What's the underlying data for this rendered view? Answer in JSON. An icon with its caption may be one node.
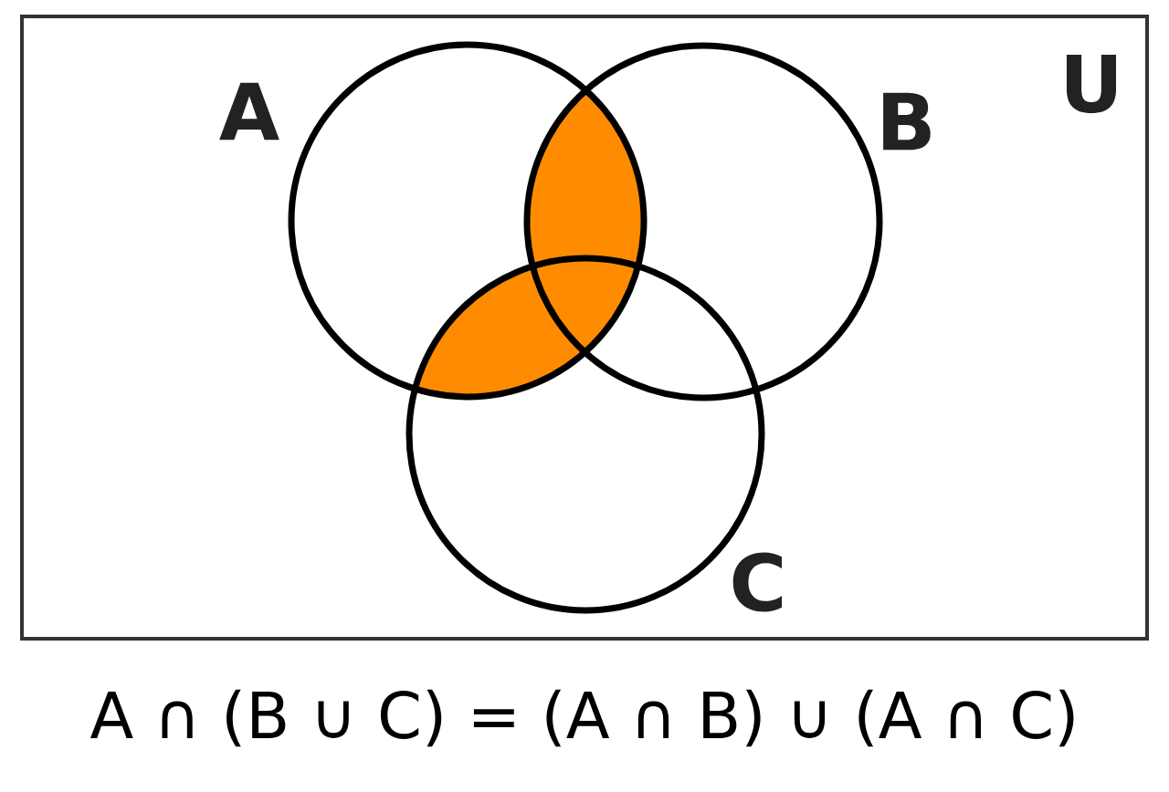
{
  "diagram": {
    "nodes": [
      {
        "text": [
          "U"
        ]
      },
      {
        "text": [
          "A"
        ],
        "in": 0
      },
      {
        "text": [
          "B"
        ],
        "in": 0
      },
      {
        "text": [
          "C"
        ],
        "in": 0
      }
    ],
    "caption": "A ∩ (B ∪ C) = (A ∩ B) ∪ (A ∩ C)"
  }
}
